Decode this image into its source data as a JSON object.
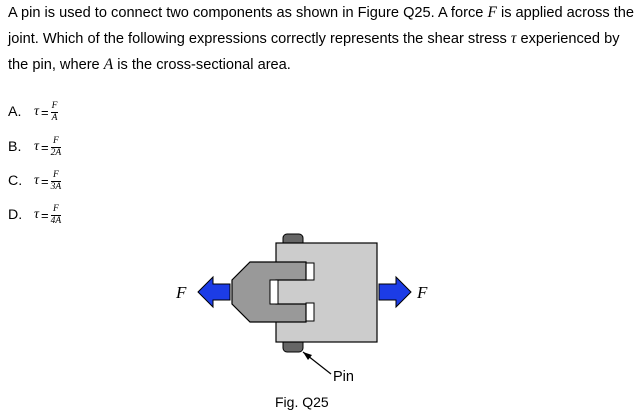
{
  "question": {
    "part1": "A pin is used to connect two components as shown in Figure Q25. A force ",
    "var_F": "F",
    "part2": " is applied across the joint. Which of the following expressions correctly represents the shear stress ",
    "var_tau": "τ",
    "part3": " experienced by the pin, where ",
    "var_A": "A",
    "part4": " is the cross-sectional area."
  },
  "options": [
    {
      "letter": "A.",
      "tau": "τ",
      "eq": "=",
      "num": "F",
      "den": "A"
    },
    {
      "letter": "B.",
      "tau": "τ",
      "eq": "=",
      "num": "F",
      "den": "2A"
    },
    {
      "letter": "C.",
      "tau": "τ",
      "eq": "=",
      "num": "F",
      "den": "3A"
    },
    {
      "letter": "D.",
      "tau": "τ",
      "eq": "=",
      "num": "F",
      "den": "4A"
    }
  ],
  "figure": {
    "force_left": "F",
    "force_right": "F",
    "pin_label": "Pin",
    "caption": "Fig. Q25",
    "colors": {
      "arrow_blue": "#1c3ce6",
      "component_fill": "#cccccc",
      "pin_fill": "#666666"
    }
  }
}
